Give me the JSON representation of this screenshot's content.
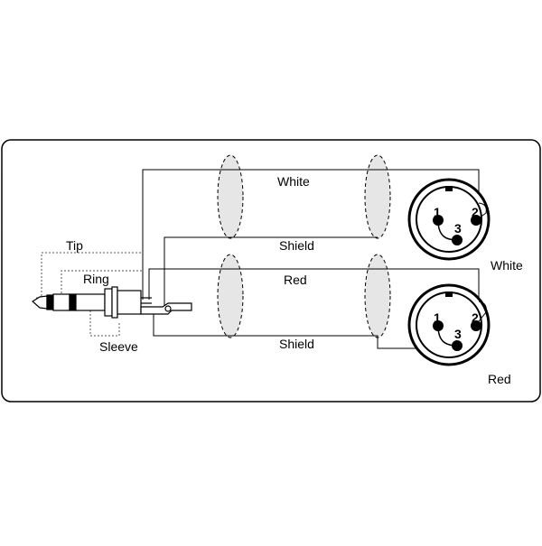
{
  "jack": {
    "tip_label": "Tip",
    "ring_label": "Ring",
    "sleeve_label": "Sleeve"
  },
  "cable_top": {
    "conductor_label": "White",
    "shield_label": "Shield"
  },
  "cable_bottom": {
    "conductor_label": "Red",
    "shield_label": "Shield"
  },
  "xlr_top": {
    "name": "White",
    "pins": [
      "1",
      "2",
      "3"
    ]
  },
  "xlr_bottom": {
    "name": "Red",
    "pins": [
      "1",
      "2",
      "3"
    ]
  },
  "colors": {
    "line": "#000000",
    "dashed_guide": "#555555",
    "shield_fill": "#e6e6e6"
  }
}
